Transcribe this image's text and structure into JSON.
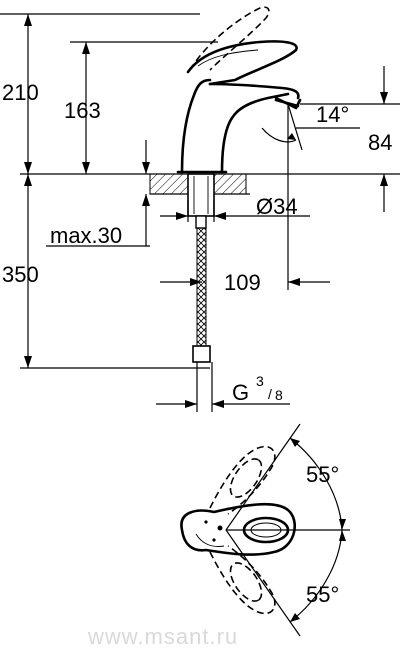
{
  "dimensions": {
    "total_height": "210",
    "spout_height": "163",
    "spout_angle": "14°",
    "aerator_height": "84",
    "hole_diameter": "Ø34",
    "max_thickness": "max.30",
    "below_counter": "350",
    "reach": "109",
    "connection_prefix": "G",
    "connection_num": "3",
    "connection_den": "8",
    "handle_angle_top": "55°",
    "handle_angle_bottom": "55°"
  },
  "watermark": "www.msant.ru"
}
